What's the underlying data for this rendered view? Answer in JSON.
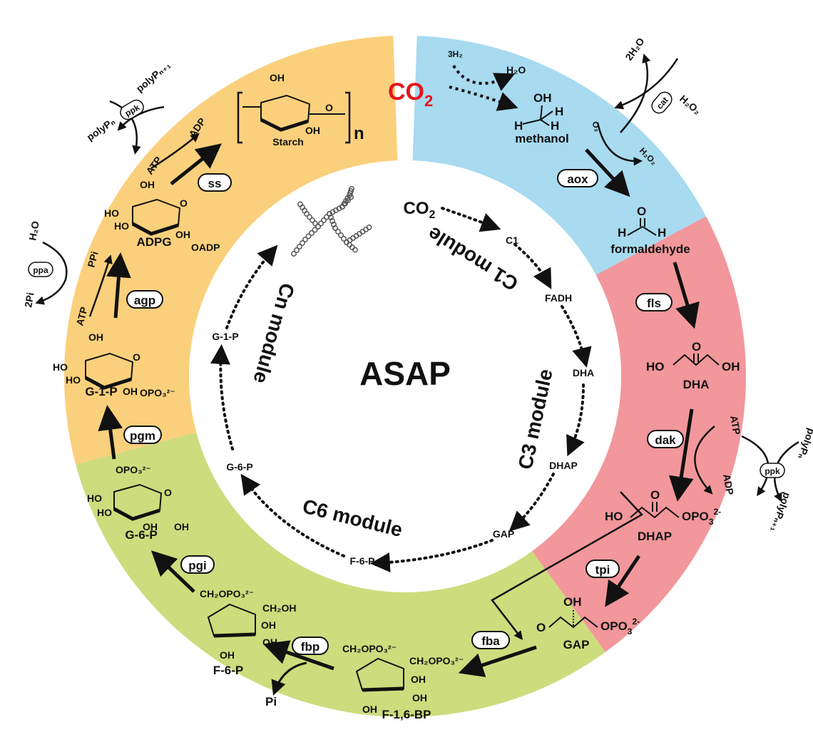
{
  "title": "ASAP",
  "colors": {
    "starch": "#fbd07c",
    "c1": "#a8daf0",
    "c3": "#f2979b",
    "c6": "#cddc7c",
    "co2": "#e5141b"
  },
  "modules": {
    "c1": "C1 module",
    "c3": "C3 module",
    "c6": "C6 module",
    "cn": "Cn module"
  },
  "inner": {
    "co2": "CO",
    "co2_sub": "2",
    "c1": "C1",
    "fadh": "FADH",
    "dha": "DHA",
    "dhap": "DHAP",
    "gap": "GAP",
    "f6p": "F-6-P",
    "g6p": "G-6-P",
    "g1p": "G-1-P"
  },
  "enzymes": {
    "aox": "aox",
    "fls": "fls",
    "dak": "dak",
    "tpi": "tpi",
    "fba": "fba",
    "fbp": "fbp",
    "pgi": "pgi",
    "pgm": "pgm",
    "agp": "agp",
    "ss": "ss",
    "cat": "cat",
    "ppk_top": "ppk",
    "ppk_right": "ppk",
    "ppa": "ppa"
  },
  "molecules": {
    "co2": "CO",
    "co2_sub": "2",
    "h2_3": "3H₂",
    "h2o": "H₂O",
    "oh": "OH",
    "h": "H",
    "o": "O",
    "methanol": "methanol",
    "formaldehyde": "formaldehyde",
    "two_h2o": "2H₂O",
    "h2o2": "H₂O₂",
    "o2": "O₂",
    "dha_ho": "HO",
    "dha_oh": "OH",
    "dha": "DHA",
    "dhap_ho": "HO",
    "dhap_group": "OPO",
    "dhap_sub": "3",
    "dhap_sup": "2-",
    "dhap": "DHAP",
    "gap_group": "OPO",
    "gap_sub": "3",
    "gap_sup": "2-",
    "gap": "GAP",
    "gap_o": "O",
    "gap_oh": "OH",
    "atp": "ATP",
    "adp": "ADP",
    "polyp_n": "polyPₙ",
    "polyp_n1": "polyPₙ₊₁",
    "f16bp": "F-1,6-BP",
    "f16bp_top": "CH₂OPO₃²⁻",
    "f16bp_right": "CH₂OPO₃²⁻",
    "f16bp_oh1": "OH",
    "f16bp_oh2": "OH",
    "f16bp_oh3": "OH",
    "f6p": "F-6-P",
    "f6p_top": "CH₂OPO₃²⁻",
    "f6p_right": "CH₂OH",
    "f6p_oh1": "OH",
    "f6p_oh2": "OH",
    "f6p_oh3": "OH",
    "pi": "Pi",
    "g6p": "G-6-P",
    "g6p_top": "OPO₃²⁻",
    "g6p_ho1": "HO",
    "g6p_ho2": "HO",
    "g6p_oh1": "OH",
    "g6p_oh2": "OH",
    "g6p_o": "O",
    "g1p": "G-1-P",
    "g1p_oh_top": "OH",
    "g1p_ho1": "HO",
    "g1p_ho2": "HO",
    "g1p_oh": "OH",
    "g1p_group": "OPO₃²⁻",
    "g1p_o": "O",
    "ppi": "PPi",
    "two_pi": "2Pi",
    "adpg": "ADPG",
    "adpg_oh_top": "OH",
    "adpg_ho1": "HO",
    "adpg_ho2": "HO",
    "adpg_oh": "OH",
    "adpg_group": "OADP",
    "adpg_o": "O",
    "starch": "Starch",
    "starch_oh1": "OH",
    "starch_oh2": "OH",
    "starch_o": "O",
    "starch_n": "n"
  }
}
